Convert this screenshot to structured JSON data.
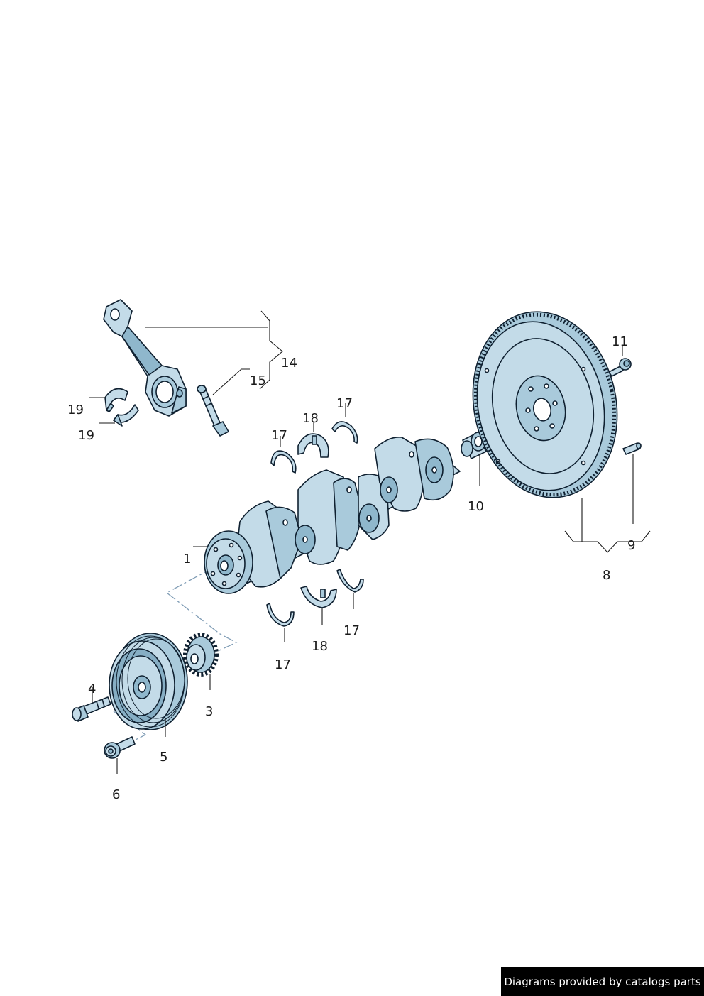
{
  "credit": "Diagrams provided by catalogs parts",
  "callouts": {
    "c1": "1",
    "c3": "3",
    "c4": "4",
    "c5": "5",
    "c6": "6",
    "c8": "8",
    "c9": "9",
    "c10": "10",
    "c11": "11",
    "c14": "14",
    "c15": "15",
    "c17a": "17",
    "c17b": "17",
    "c17c": "17",
    "c17d": "17",
    "c18a": "18",
    "c18b": "18",
    "c19a": "19",
    "c19b": "19"
  },
  "colors": {
    "part_fill": "#c3dbe8",
    "part_shade": "#8fb7cc",
    "outline": "#0f2030",
    "centerline": "#7f9cb5"
  }
}
